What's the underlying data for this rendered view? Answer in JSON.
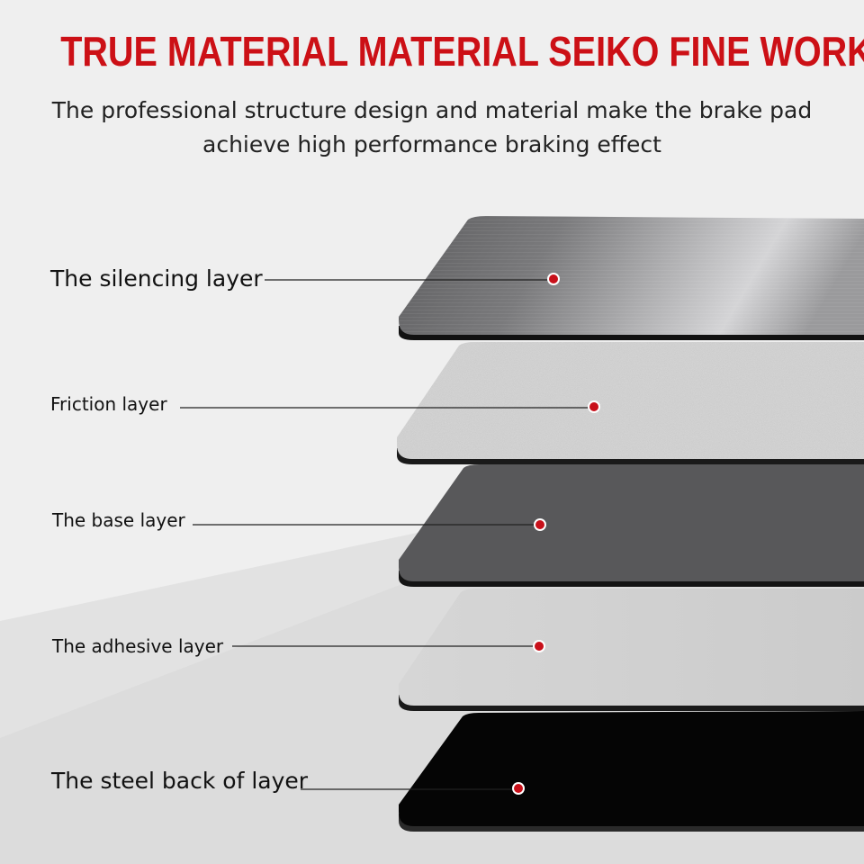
{
  "header": {
    "title": "TRUE MATERIAL MATERIAL SEIKO FINE WORK",
    "subtitle_line1": "The professional structure design and material make the brake pad",
    "subtitle_line2": "achieve high performance braking effect"
  },
  "layers": [
    {
      "label": "The silencing layer"
    },
    {
      "label": "Friction layer"
    },
    {
      "label": "The base layer"
    },
    {
      "label": "The adhesive layer"
    },
    {
      "label": "The steel back of layer"
    }
  ],
  "colors": {
    "title": "#cc1016",
    "marker": "#c8101a",
    "silencing": "#8a8a8a",
    "friction": "#c8c8c8",
    "base": "#58585a",
    "adhesive": "#cfcfcf",
    "steel": "#050505"
  }
}
